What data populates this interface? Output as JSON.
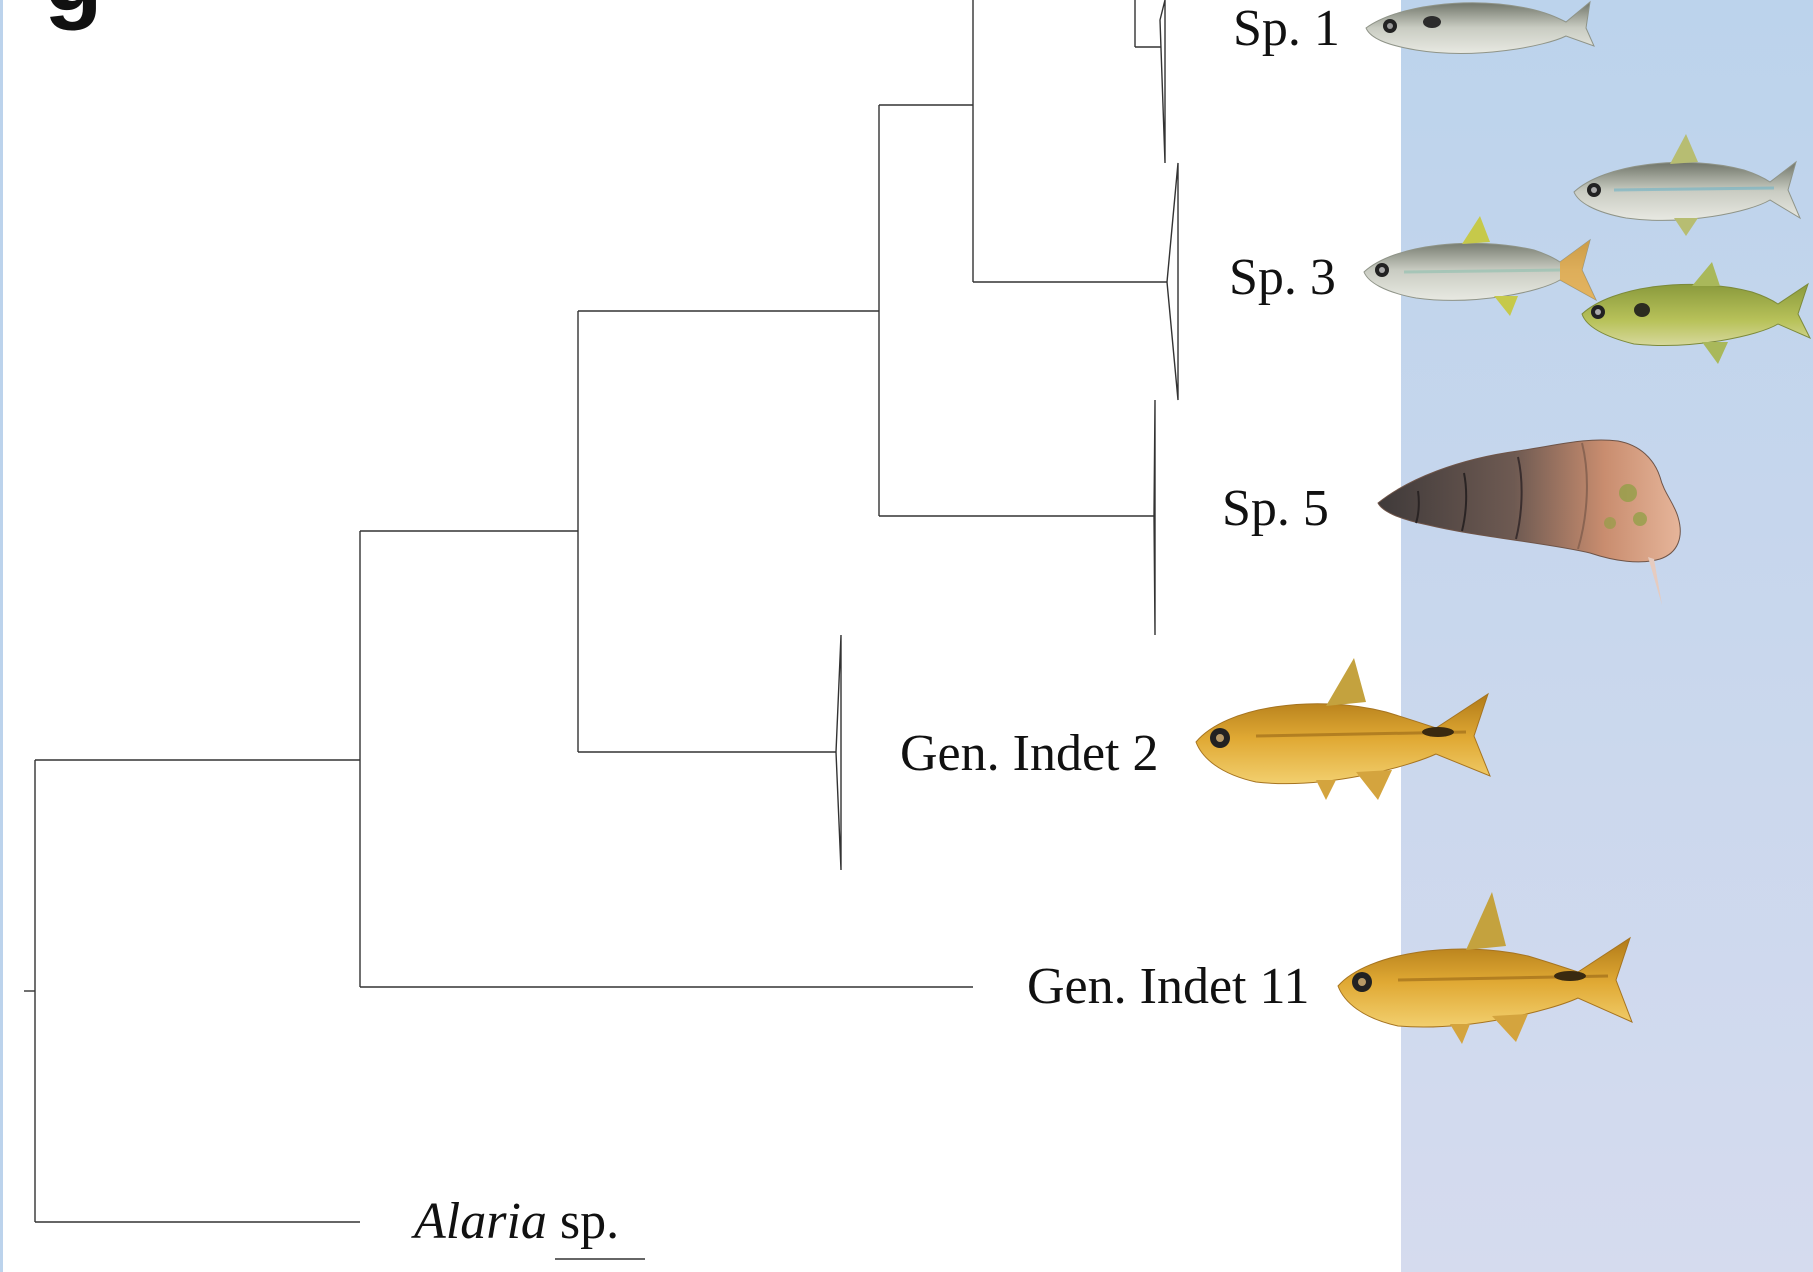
{
  "panel_letter": "g",
  "colors": {
    "background": "#ffffff",
    "host_panel_top": "#bcd3ec",
    "host_panel_bottom": "#d5dbee",
    "left_edge_strip": "#bcd3ec",
    "branch": "#333333"
  },
  "tree": {
    "taxa": [
      {
        "id": "sp1",
        "label": "Sp. 1",
        "host_image": "fish-icon"
      },
      {
        "id": "sp3",
        "label": "Sp. 3",
        "host_image": "fish-icon"
      },
      {
        "id": "sp5",
        "label": "Sp. 5",
        "host_image": "snail-icon"
      },
      {
        "id": "gen2",
        "label": "Gen. Indet 2",
        "host_image": "fish-icon"
      },
      {
        "id": "gen11",
        "label": "Gen. Indet 11",
        "host_image": "fish-icon"
      },
      {
        "id": "alaria",
        "label_italic": "Alaria",
        "label_rest": " sp."
      }
    ]
  }
}
